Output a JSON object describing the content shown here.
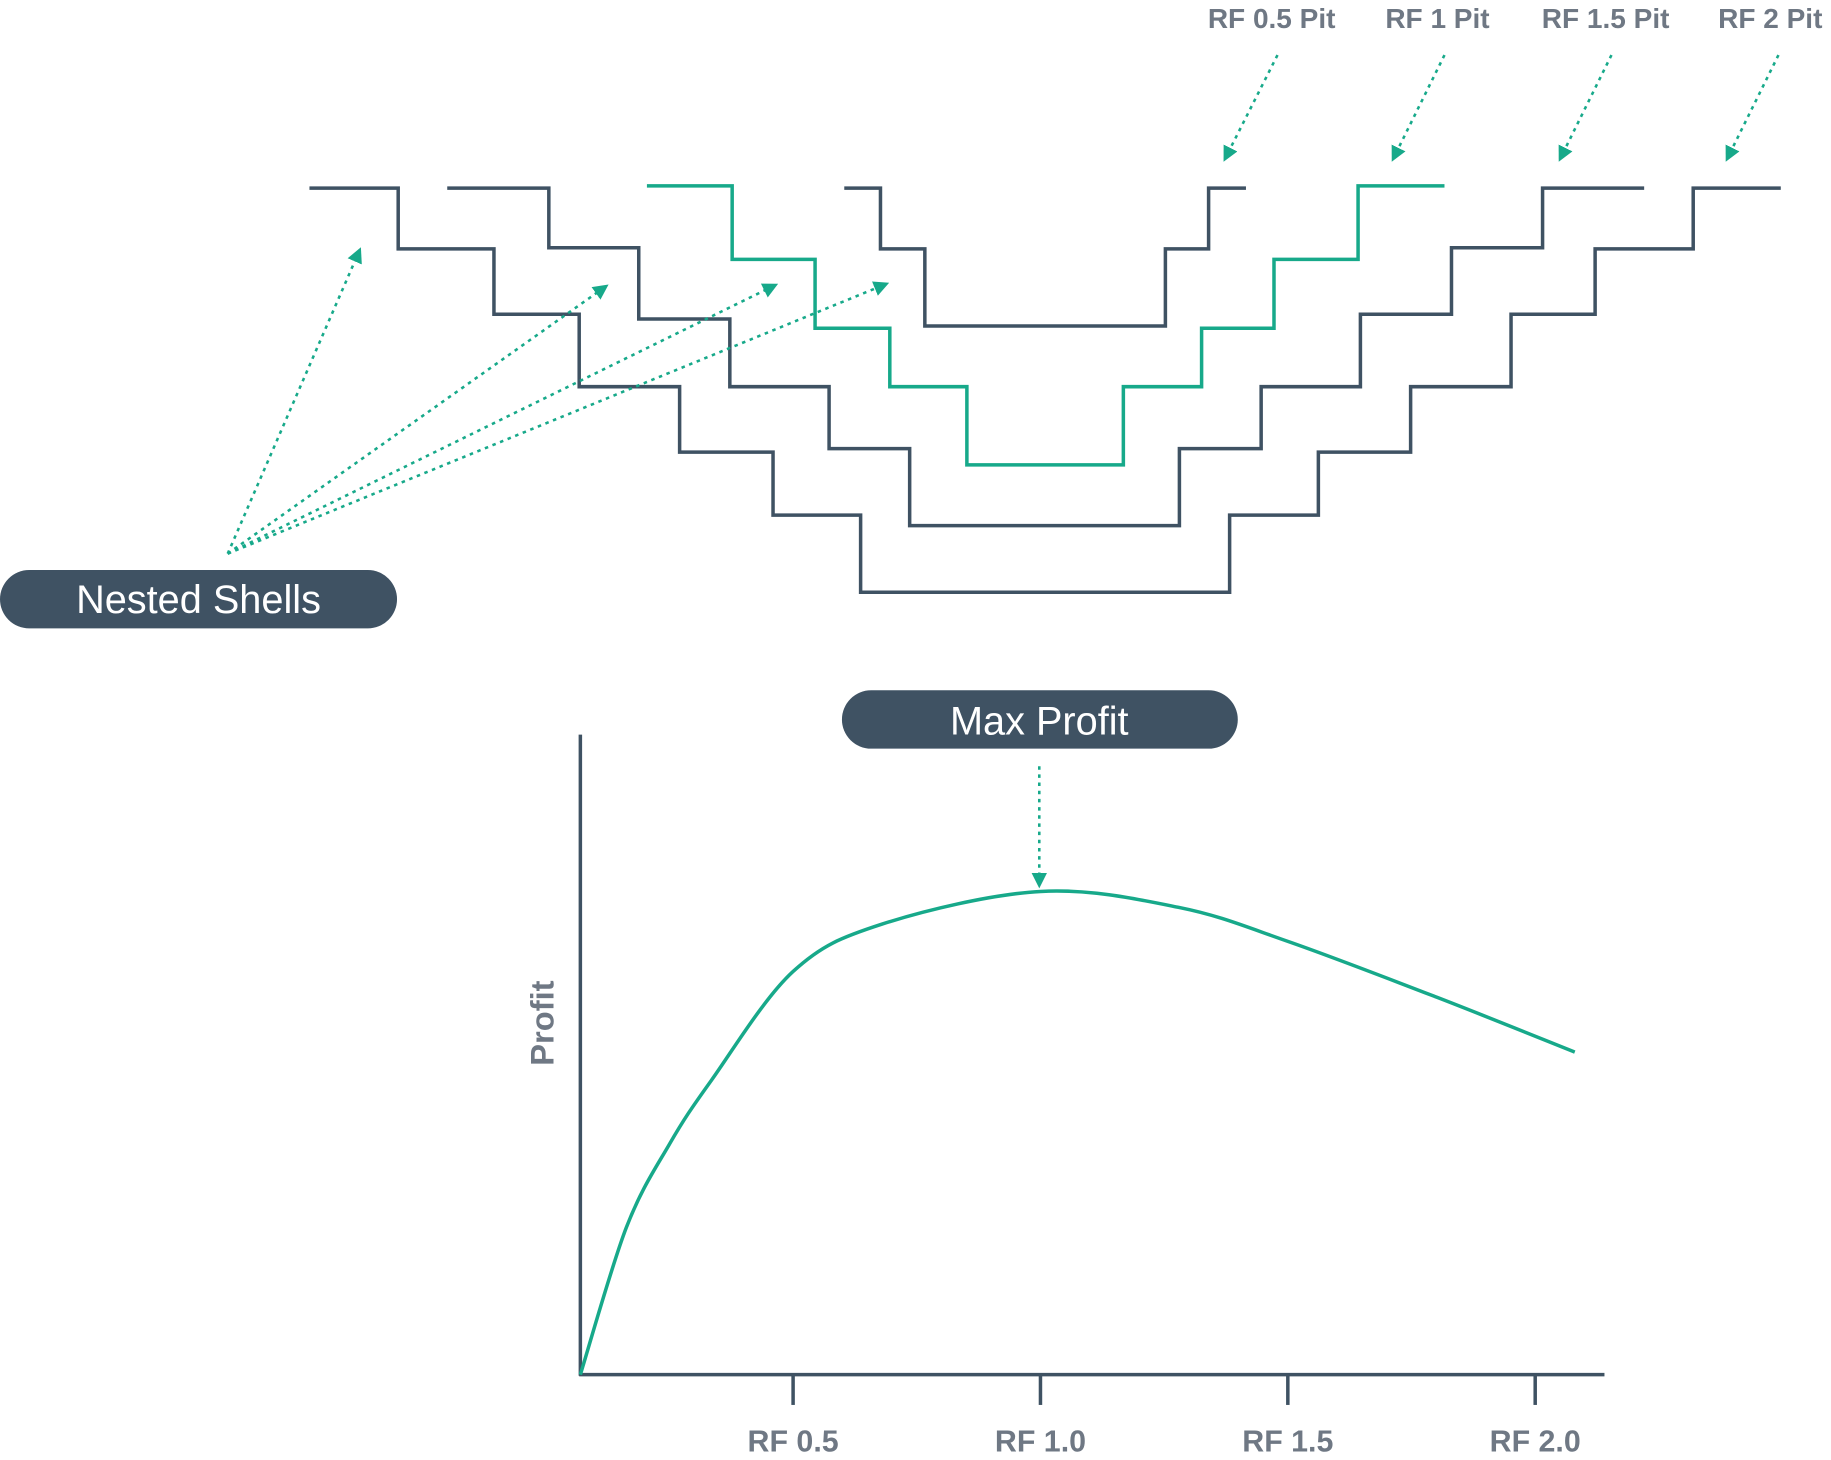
{
  "colors": {
    "dark": "#3f5263",
    "accent": "#17a98a",
    "label": "#6f7884"
  },
  "pit_labels": [
    "RF 0.5 Pit",
    "RF 1 Pit",
    "RF 1.5 Pit",
    "RF 2 Pit"
  ],
  "nested_shells_label": "Nested Shells",
  "max_profit_label": "Max Profit",
  "chart_data": {
    "type": "line",
    "title": "",
    "xlabel": "",
    "ylabel": "Profit",
    "xlim": [
      0.07,
      2.14
    ],
    "ylim": [
      0,
      100
    ],
    "x_ticks": [
      0.5,
      1.0,
      1.5,
      2.0
    ],
    "x_tick_labels": [
      "RF 0.5",
      "RF 1.0",
      "RF 1.5",
      "RF 2.0"
    ],
    "series": [
      {
        "name": "Profit",
        "x": [
          0.07,
          0.163,
          0.25,
          0.335,
          0.5,
          0.68,
          1.0,
          1.28,
          1.5,
          1.8,
          2.08
        ],
        "y": [
          0,
          23,
          36,
          46,
          63,
          70.4,
          75.5,
          73,
          67.7,
          59,
          50.4
        ]
      }
    ],
    "annotations": [
      {
        "text": "Max Profit",
        "x": 1.0
      }
    ]
  }
}
